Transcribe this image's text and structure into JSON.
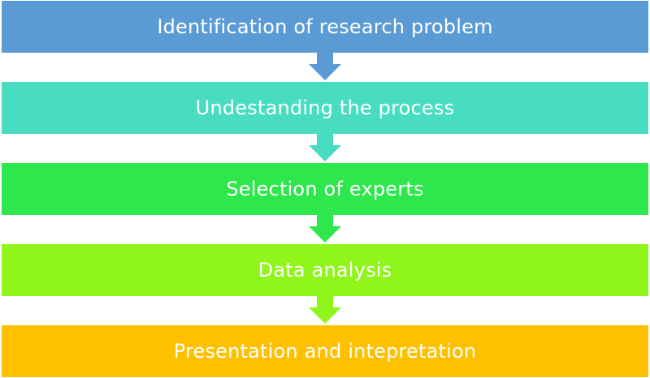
{
  "steps": [
    {
      "label": "Identification of research problem",
      "color": "#5b9bd5"
    },
    {
      "label": "Undestanding the process",
      "color": "#48dcc0"
    },
    {
      "label": "Selection of experts",
      "color": "#2ee74d"
    },
    {
      "label": "Data analysis",
      "color": "#8ff51b"
    },
    {
      "label": "Presentation and intepretation",
      "color": "#ffc000"
    }
  ],
  "arrows": [
    {
      "color": "#5b9bd5"
    },
    {
      "color": "#48dcc0"
    },
    {
      "color": "#2ee74d"
    },
    {
      "color": "#8ff51b"
    }
  ]
}
